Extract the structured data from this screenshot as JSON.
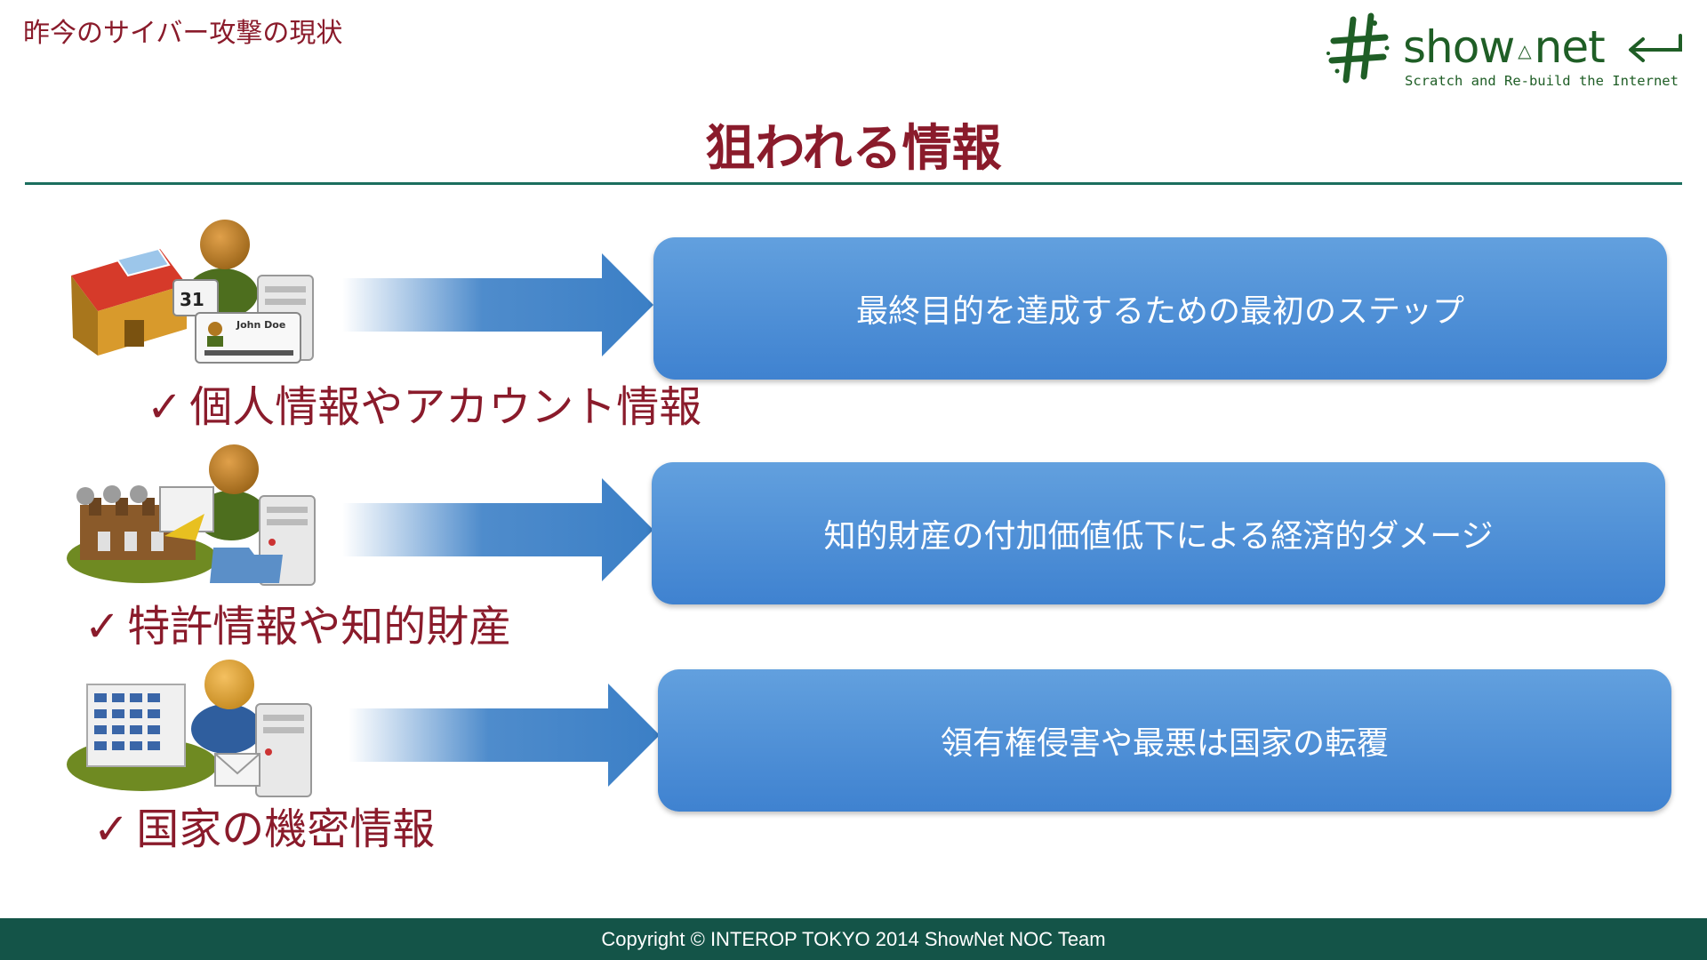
{
  "header": {
    "section_title": "昨今のサイバー攻撃の現状",
    "logo": {
      "name_left": "show",
      "name_right": "net",
      "tagline": "Scratch and Re-build the Internet"
    }
  },
  "slide": {
    "title": "狙われる情報",
    "rows": [
      {
        "icon": "personal-data-icon",
        "check": "✓",
        "label": "個人情報やアカウント情報",
        "description": "最終目的を達成するための最初のステップ"
      },
      {
        "icon": "factory-server-icon",
        "check": "✓",
        "label": "特許情報や知的財産",
        "description": "知的財産の付加価値低下による経済的ダメージ"
      },
      {
        "icon": "government-building-icon",
        "check": "✓",
        "label": "国家の機密情報",
        "description": "領有権侵害や最悪は国家の転覆"
      }
    ]
  },
  "footer": {
    "copyright": "Copyright © INTEROP TOKYO 2014 ShowNet NOC Team"
  },
  "colors": {
    "accent_red": "#8a1b2b",
    "brand_green": "#1f5e26",
    "footer_green": "#145448",
    "box_blue": "#4a8ad4"
  }
}
